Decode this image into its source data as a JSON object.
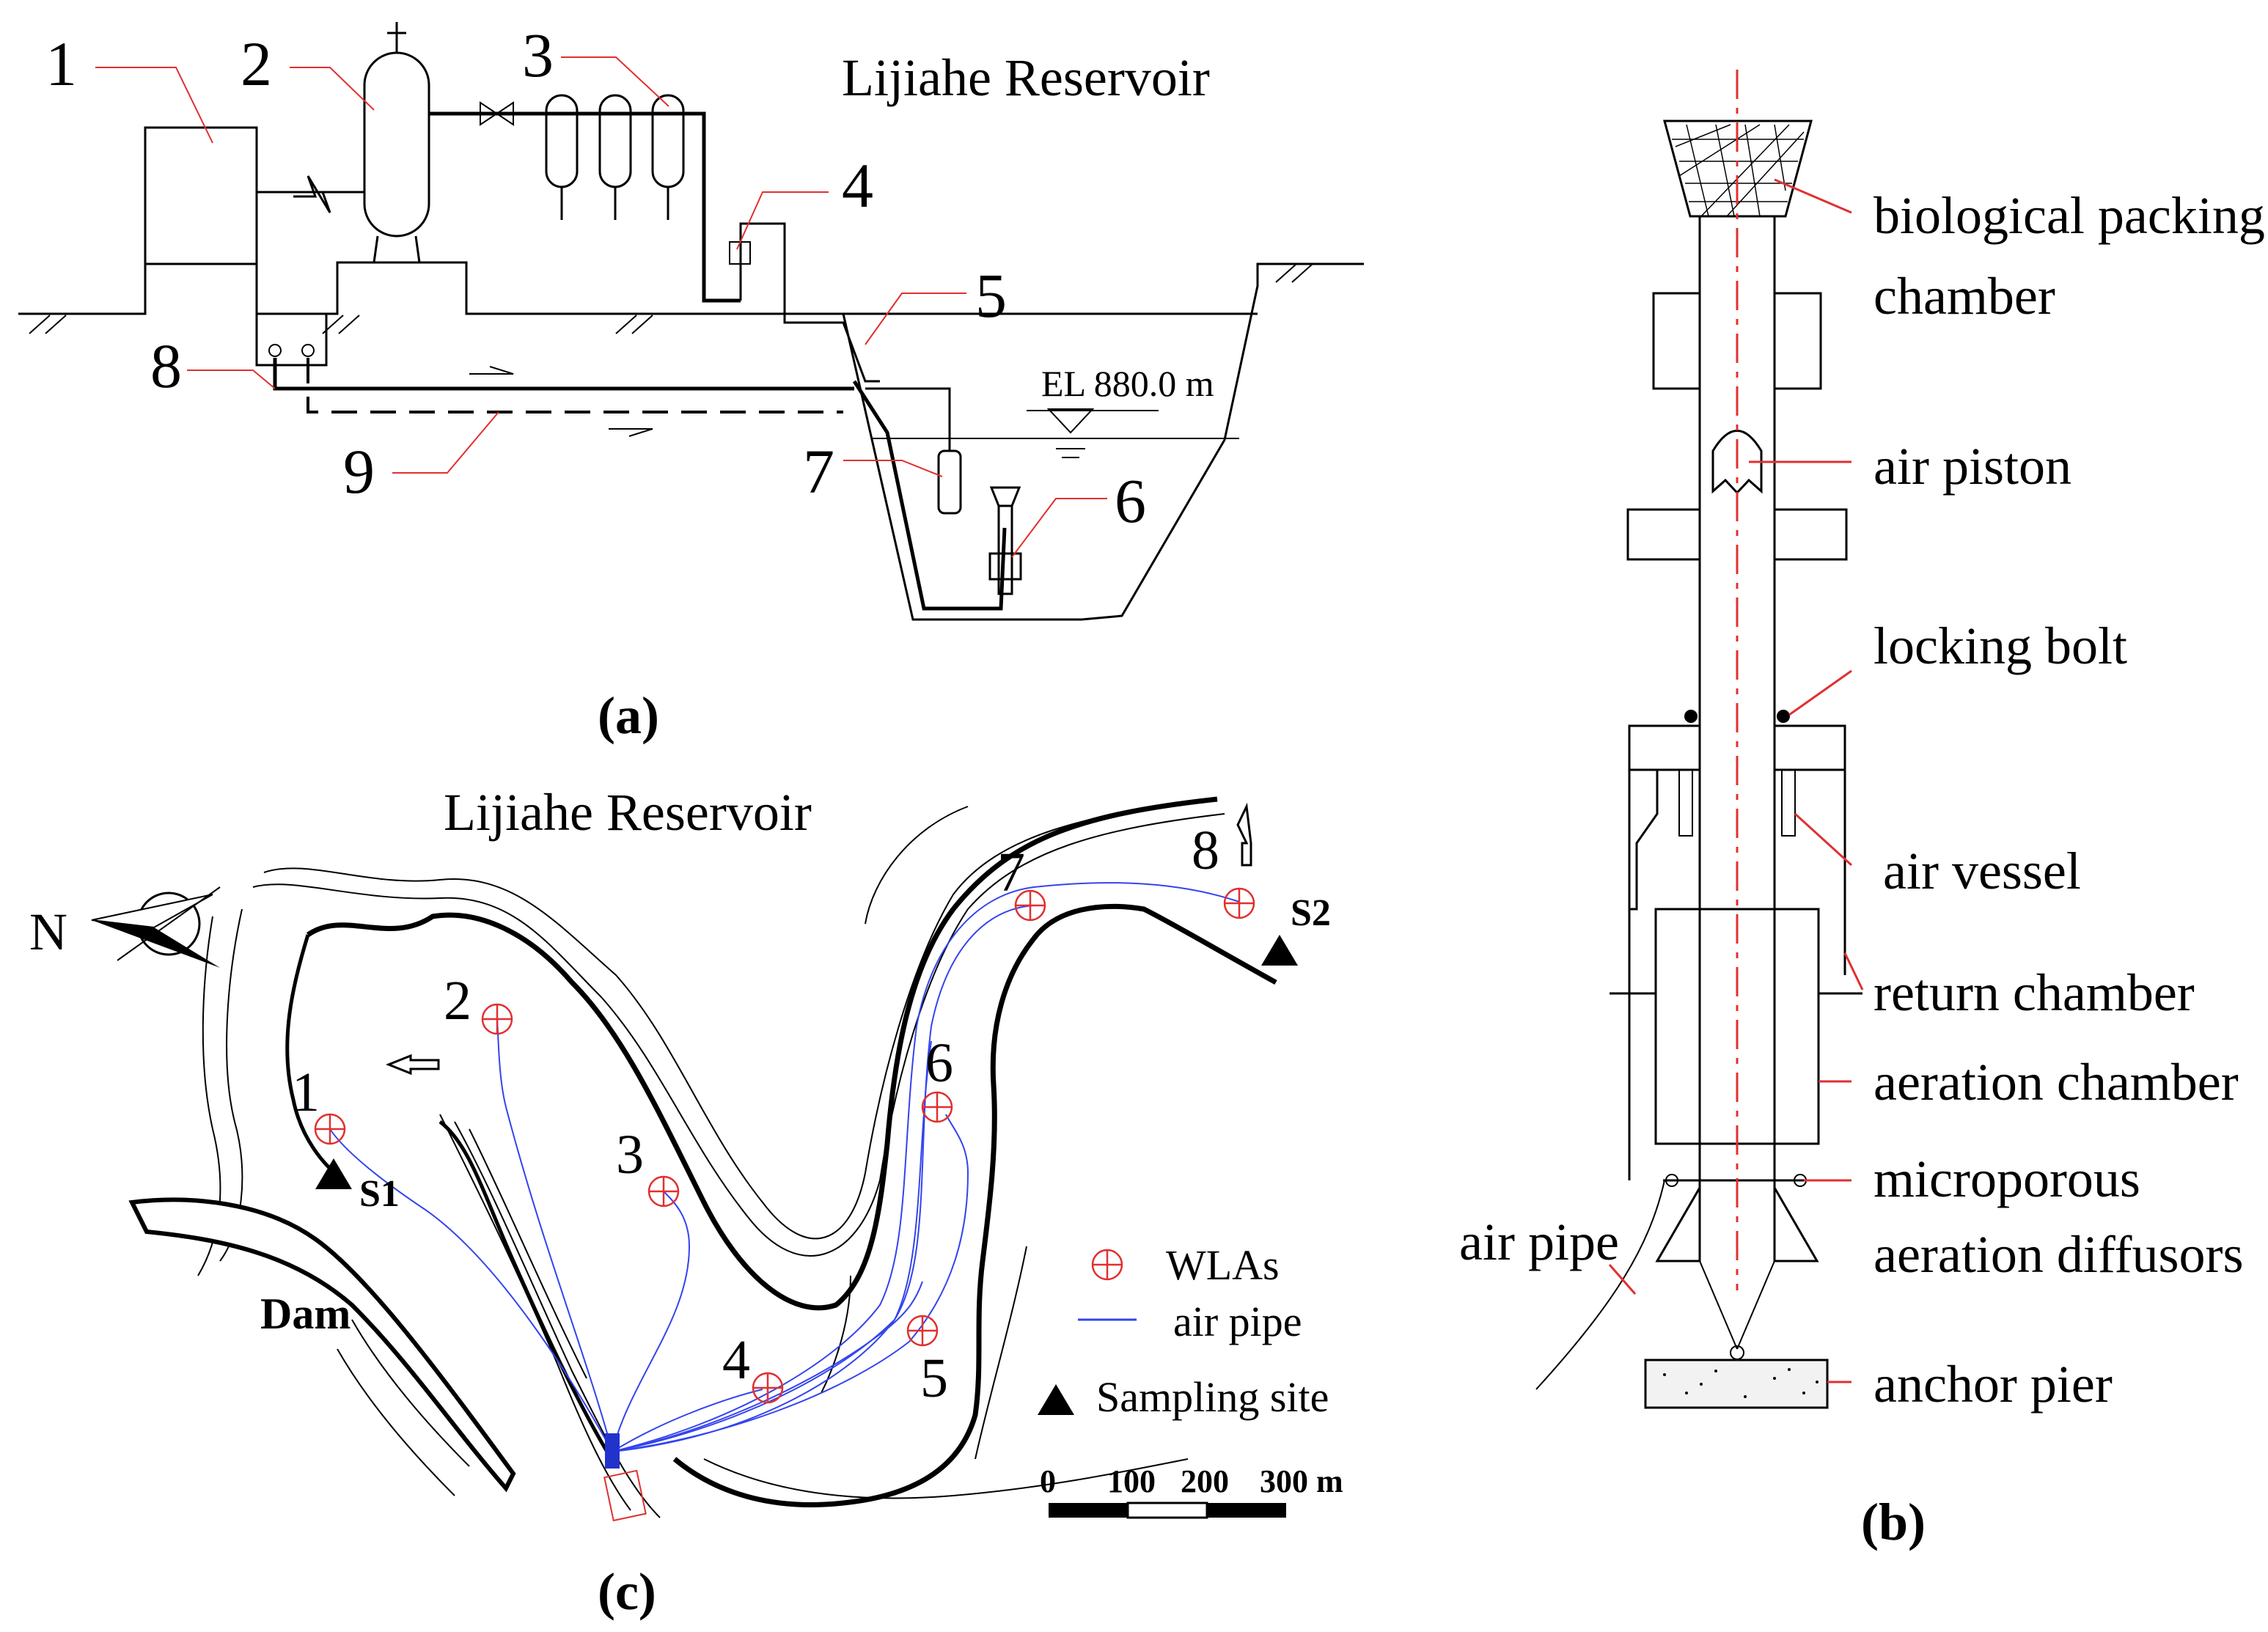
{
  "panel_a": {
    "caption": "(a)",
    "title": "Lijiahe Reservoir",
    "elevation": "EL 880.0 m",
    "callouts": [
      "1",
      "2",
      "3",
      "4",
      "5",
      "6",
      "7",
      "8",
      "9"
    ]
  },
  "panel_b": {
    "caption": "(b)",
    "labels": {
      "bio1": "biological packing",
      "bio2": "chamber",
      "piston": "air piston",
      "bolt": "locking bolt",
      "vessel": "air vessel",
      "return": "return chamber",
      "aeration": "aeration chamber",
      "micro1": "microporous",
      "micro2": "aeration diffusors",
      "pipe": "air pipe",
      "anchor": "anchor pier"
    }
  },
  "panel_c": {
    "caption": "(c)",
    "title": "Lijiahe Reservoir",
    "north": "N",
    "dam": "Dam",
    "sites": [
      "S1",
      "S2"
    ],
    "wla_numbers": [
      "1",
      "2",
      "3",
      "4",
      "5",
      "6",
      "7",
      "8"
    ],
    "legend": {
      "wla": "WLAs",
      "pipe": "air pipe",
      "site": "Sampling site"
    },
    "scale": {
      "t0": "0",
      "t1": "100",
      "t2": "200",
      "t3": "300 m"
    }
  },
  "colors": {
    "leader": "#e03030",
    "pipe": "#3344ee",
    "line": "#000000"
  }
}
